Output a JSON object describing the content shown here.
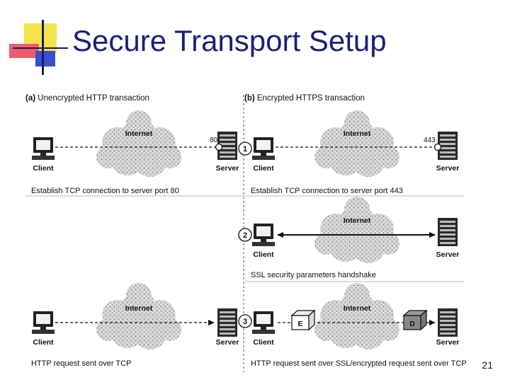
{
  "slide": {
    "title": "Secure Transport Setup",
    "page_number": "21"
  },
  "panel_a": {
    "title_prefix": "(a)",
    "title_text": "Unencrypted HTTP transaction",
    "caption_top": "Establish TCP connection to server port 80",
    "caption_bottom": "HTTP request sent over TCP",
    "port": "80"
  },
  "panel_b": {
    "title_prefix": "(b)",
    "title_text": "Encrypted HTTPS transaction",
    "caption_1": "Establish TCP connection to server port 443",
    "caption_2": "SSL security parameters handshake",
    "caption_3": "HTTP request sent over SSL/encrypted request sent over TCP",
    "port": "443"
  },
  "labels": {
    "internet": "Internet",
    "client": "Client",
    "server": "Server",
    "step_1": "1",
    "step_2": "2",
    "step_3": "3",
    "encrypt_box": "E",
    "decrypt_box": "D"
  }
}
